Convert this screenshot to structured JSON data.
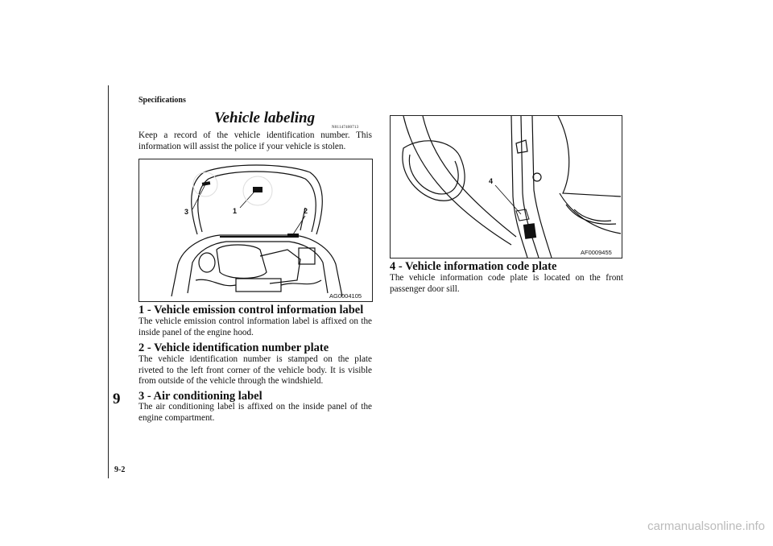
{
  "page": {
    "section": "Specifications",
    "chapter_number": "9",
    "page_number": "9-2",
    "title": "Vehicle labeling",
    "title_code": "N01147400713",
    "intro": "Keep a record of the vehicle identification number. This information will assist the police if your vehicle is stolen."
  },
  "figures": {
    "engine": {
      "code": "AG0004105",
      "callouts": [
        "1",
        "2",
        "3"
      ]
    },
    "door_sill": {
      "code": "AF0009455",
      "callouts": [
        "4"
      ]
    }
  },
  "items": [
    {
      "heading": "1 - Vehicle emission control information label",
      "text": "The vehicle emission control information label is affixed on the inside panel of the engine hood."
    },
    {
      "heading": "2 - Vehicle identification number plate",
      "text": "The vehicle identification number is stamped on the plate riveted to the left front corner of the vehicle body. It is visible from outside of the vehicle through the windshield."
    },
    {
      "heading": "3 - Air conditioning label",
      "text": "The air conditioning label is affixed on the inside panel of the engine compartment."
    },
    {
      "heading": "4 - Vehicle information code plate",
      "text": "The vehicle information code plate is located on the front passenger door sill."
    }
  ],
  "watermark": "carmanualsonline.info"
}
